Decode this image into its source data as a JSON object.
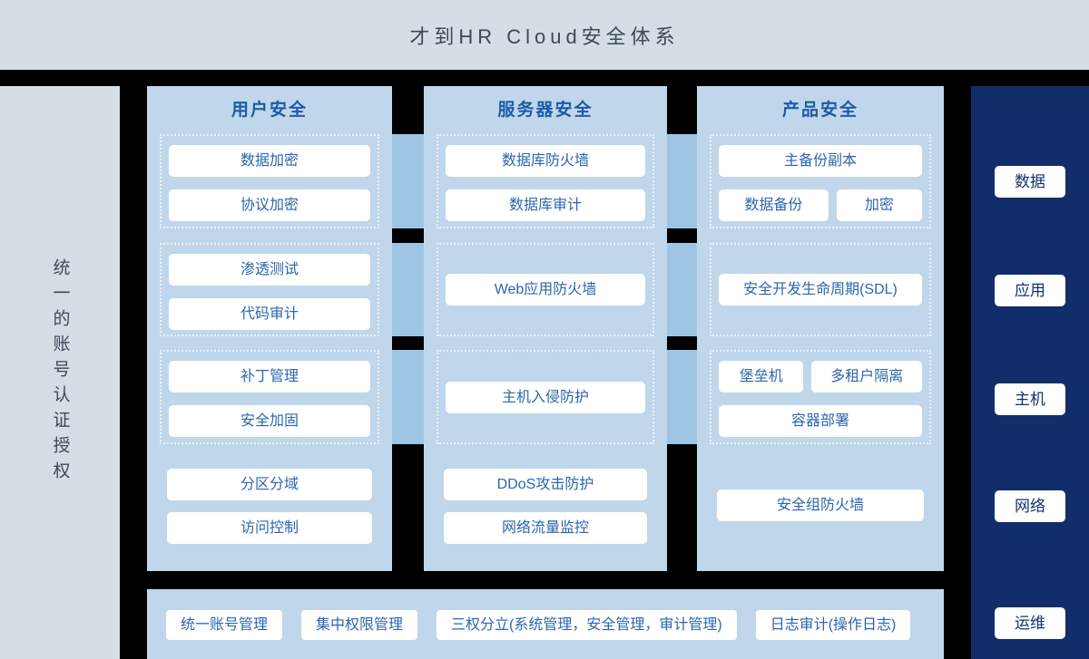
{
  "page": {
    "title": "才到HR Cloud安全体系"
  },
  "left_sidebar": {
    "label": "统一的账号认证授权"
  },
  "columns": [
    {
      "title": "用户安全",
      "groups": [
        {
          "rows": [
            [
              "数据加密"
            ],
            [
              "协议加密"
            ]
          ]
        },
        {
          "rows": [
            [
              "渗透测试"
            ],
            [
              "代码审计"
            ]
          ]
        },
        {
          "rows": [
            [
              "补丁管理"
            ],
            [
              "安全加固"
            ]
          ]
        }
      ],
      "bottom_rows": [
        [
          "分区分域"
        ],
        [
          "访问控制"
        ]
      ]
    },
    {
      "title": "服务器安全",
      "groups": [
        {
          "rows": [
            [
              "数据库防火墙"
            ],
            [
              "数据库审计"
            ]
          ]
        },
        {
          "rows": [
            [
              "Web应用防火墙"
            ]
          ]
        },
        {
          "rows": [
            [
              "主机入侵防护"
            ]
          ]
        }
      ],
      "bottom_rows": [
        [
          "DDoS攻击防护"
        ],
        [
          "网络流量监控"
        ]
      ]
    },
    {
      "title": "产品安全",
      "groups": [
        {
          "rows": [
            [
              "主备份副本"
            ],
            [
              "数据备份",
              "加密"
            ]
          ]
        },
        {
          "rows": [
            [
              "安全开发生命周期(SDL)"
            ]
          ]
        },
        {
          "rows": [
            [
              "堡垒机",
              "多租户隔离"
            ],
            [
              "容器部署"
            ]
          ]
        }
      ],
      "bottom_rows": [
        [
          "安全组防火墙"
        ]
      ]
    }
  ],
  "right_sidebar": {
    "items": [
      "数据",
      "应用",
      "主机",
      "网络",
      "运维"
    ]
  },
  "bottom_bar": {
    "items": [
      "统一账号管理",
      "集中权限管理",
      "三权分立(系统管理，安全管理，审计管理)",
      "日志审计(操作日志)"
    ]
  },
  "colors": {
    "bar_gray": "#d6dde5",
    "title_text": "#3c4a57",
    "column_bg": "#c0d7eb",
    "connector_blue": "#9ec5e4",
    "column_title_text": "#1d5ba6",
    "button_text": "#2c66ad",
    "navy_bg": "#112e6b",
    "navy_text": "#13326f",
    "bg_black": "#000000"
  }
}
